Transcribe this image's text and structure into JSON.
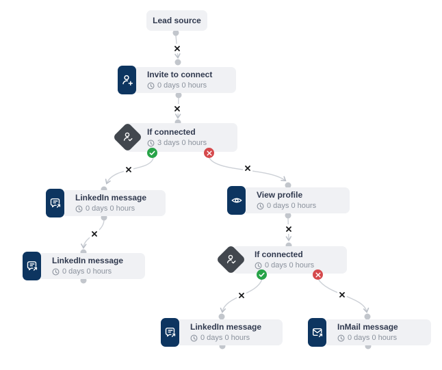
{
  "flow": {
    "nodes": [
      {
        "id": "lead-source",
        "type": "source",
        "title": "Lead source"
      },
      {
        "id": "invite-to-connect",
        "type": "action",
        "icon": "person-add-icon",
        "title": "Invite to connect",
        "delay": "0 days 0 hours"
      },
      {
        "id": "if-connected-1",
        "type": "condition",
        "icon": "person-check-icon",
        "title": "If connected",
        "delay": "3 days 0 hours"
      },
      {
        "id": "linkedin-message-1",
        "type": "action",
        "icon": "chat-send-icon",
        "title": "LinkedIn message",
        "delay": "0 days 0 hours"
      },
      {
        "id": "linkedin-message-2",
        "type": "action",
        "icon": "chat-send-icon",
        "title": "LinkedIn message",
        "delay": "0 days 0 hours"
      },
      {
        "id": "view-profile",
        "type": "action",
        "icon": "eye-icon",
        "title": "View profile",
        "delay": "0 days 0 hours"
      },
      {
        "id": "if-connected-2",
        "type": "condition",
        "icon": "person-check-icon",
        "title": "If connected",
        "delay": "0 days 0 hours"
      },
      {
        "id": "linkedin-message-3",
        "type": "action",
        "icon": "chat-send-icon",
        "title": "LinkedIn message",
        "delay": "0 days 0 hours"
      },
      {
        "id": "inmail-message",
        "type": "action",
        "icon": "mail-send-icon",
        "title": "InMail message",
        "delay": "0 days 0 hours"
      }
    ],
    "edges": [
      {
        "from": "lead-source",
        "to": "invite-to-connect"
      },
      {
        "from": "invite-to-connect",
        "to": "if-connected-1"
      },
      {
        "from": "if-connected-1",
        "branch": "yes",
        "to": "linkedin-message-1"
      },
      {
        "from": "if-connected-1",
        "branch": "no",
        "to": "view-profile"
      },
      {
        "from": "linkedin-message-1",
        "to": "linkedin-message-2"
      },
      {
        "from": "view-profile",
        "to": "if-connected-2"
      },
      {
        "from": "if-connected-2",
        "branch": "yes",
        "to": "linkedin-message-3"
      },
      {
        "from": "if-connected-2",
        "branch": "no",
        "to": "inmail-message"
      }
    ],
    "colors": {
      "icon_box": "#0d3560",
      "condition_diamond": "#42474e",
      "node_bg": "#f0f1f4",
      "yes_badge": "#27a348",
      "no_badge": "#d5494c",
      "connector": "#ccd0d6",
      "title_text": "#30394e",
      "delay_text": "#8a919c"
    }
  }
}
